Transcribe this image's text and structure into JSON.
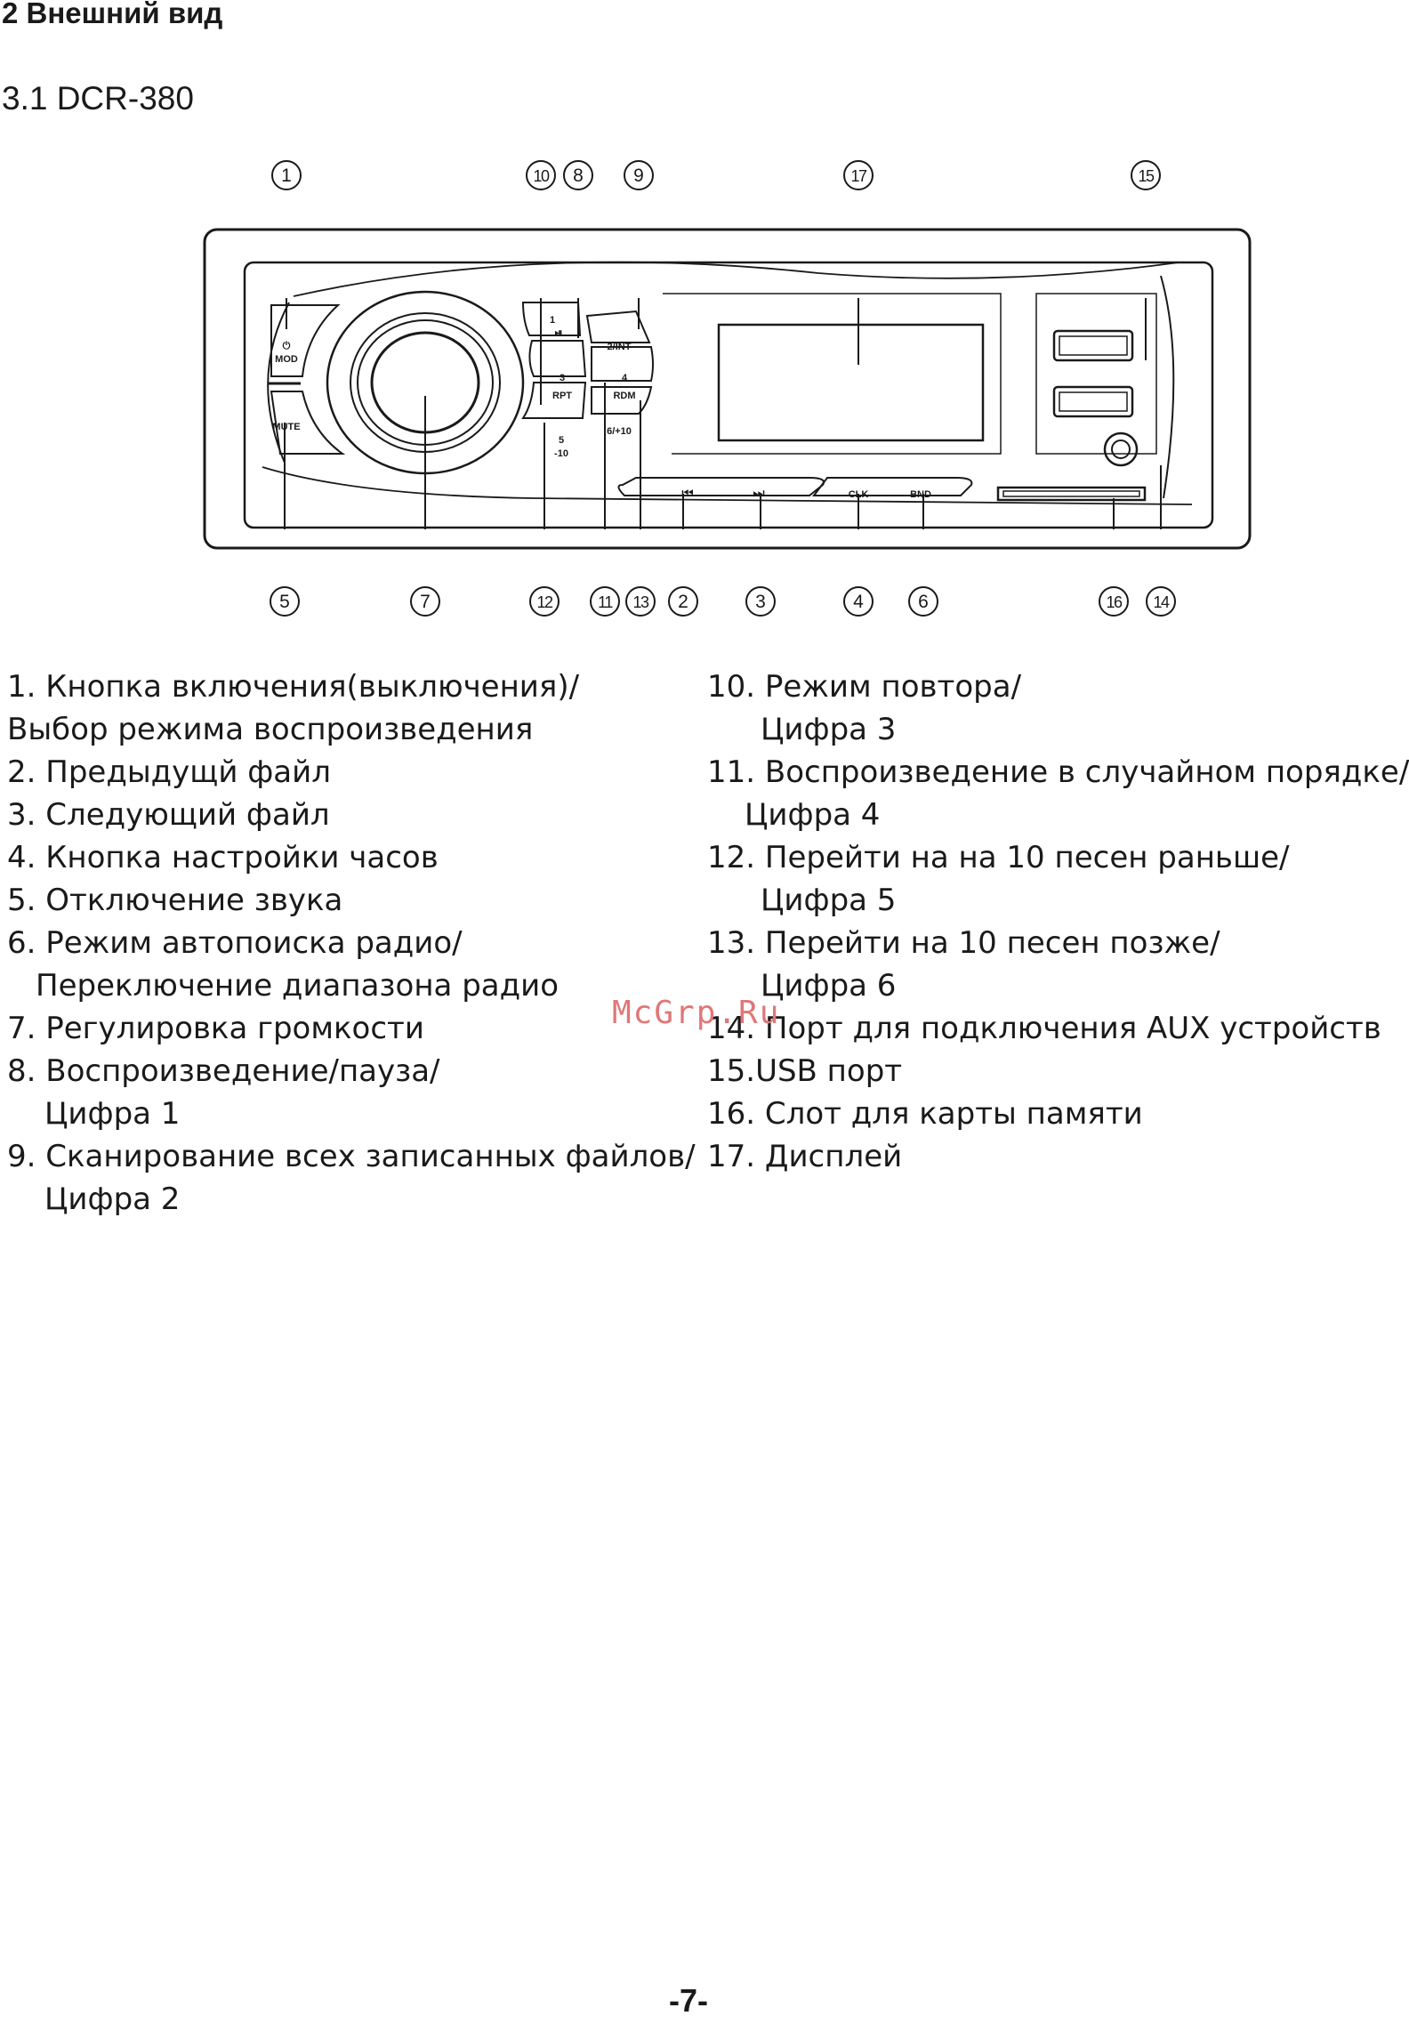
{
  "heading": "2 Внешний вид",
  "subheading": "3.1 DCR-380",
  "diagram": {
    "callouts_top": [
      "1",
      "10",
      "8",
      "9",
      "17",
      "15"
    ],
    "callouts_bottom": [
      "5",
      "7",
      "12",
      "11",
      "13",
      "2",
      "3",
      "4",
      "6",
      "16",
      "14"
    ],
    "button_labels": {
      "mod": "MOD",
      "mute": "MUTE",
      "btn1_num": "1",
      "btn2": "2/INT",
      "btn3_num": "3",
      "btn3_sub": "RPT",
      "btn4_num": "4",
      "btn4_sub": "RDM",
      "btn5_num": "5",
      "btn5_sub": "-10",
      "btn6": "6/+10",
      "clk": "CLK",
      "bnd": "BND"
    }
  },
  "legend_left": [
    {
      "line1": "1. Кнопка включения(выключения)/",
      "line2": "Выбор режима воспроизведения"
    },
    {
      "line1": "2. Предыдущй файл"
    },
    {
      "line1": "3. Следующий файл"
    },
    {
      "line1": "4. Кнопка настройки часов"
    },
    {
      "line1": "5. Отключение звука"
    },
    {
      "line1": "6. Режим автопоиска радио/",
      "line2": "Переключение диапазона радио"
    },
    {
      "line1": "7. Регулировка громкости"
    },
    {
      "line1": "8. Воспроизведение/пауза/",
      "line2": "Цифра 1"
    },
    {
      "line1": "9. Сканирование всех записанных файлов/",
      "line2": "Цифра 2"
    }
  ],
  "legend_right": [
    {
      "line1": "10. Режим повтора/",
      "line2": "Цифра 3"
    },
    {
      "line1": "11. Воспроизведение в случайном порядке/",
      "line2": "Цифра 4"
    },
    {
      "line1": "12. Перейти на на 10 песен раньше/",
      "line2": "Цифра 5"
    },
    {
      "line1": "13. Перейти на 10 песен позже/",
      "line2": "Цифра 6"
    },
    {
      "line1": "14. Порт для подключения AUX устройств"
    },
    {
      "line1": "15.USB порт"
    },
    {
      "line1": "16. Слот для карты памяти"
    },
    {
      "line1": "17. Дисплей"
    }
  ],
  "watermark": "McGrp.Ru",
  "page_number": "-7-"
}
